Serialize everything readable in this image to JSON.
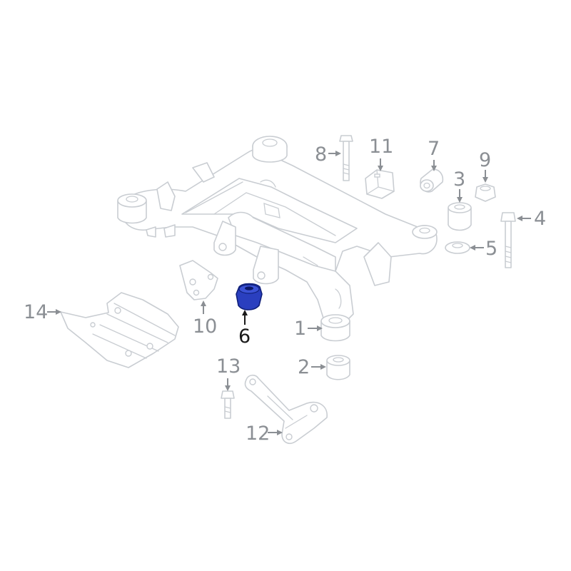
{
  "diagram": {
    "highlight_color": "#2a3fbf",
    "part_line_color": "#c9cdd2",
    "callout_color": "#8b8f94",
    "highlighted_callout": "6",
    "callouts": {
      "c1": "1",
      "c2": "2",
      "c3": "3",
      "c4": "4",
      "c5": "5",
      "c6": "6",
      "c7": "7",
      "c8": "8",
      "c9": "9",
      "c10": "10",
      "c11": "11",
      "c12": "12",
      "c13": "13",
      "c14": "14"
    }
  }
}
